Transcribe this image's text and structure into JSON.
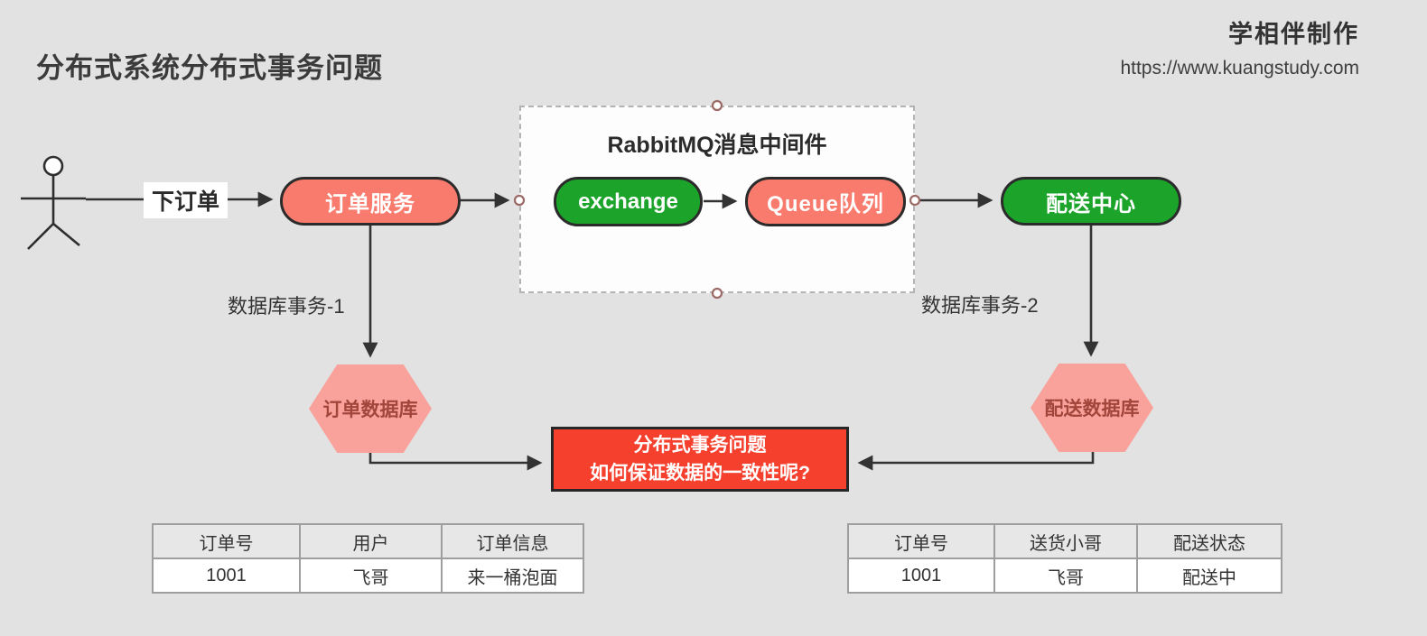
{
  "header": {
    "title": "分布式系统分布式事务问题",
    "brand": "学相伴制作",
    "url": "https://www.kuangstudy.com"
  },
  "diagram": {
    "place_order_label": "下订单",
    "order_service": "订单服务",
    "mq": {
      "title": "RabbitMQ消息中间件",
      "exchange": "exchange",
      "queue": "Queue队列"
    },
    "delivery_center": "配送中心",
    "db_tx1_label": "数据库事务-1",
    "db_tx2_label": "数据库事务-2",
    "order_db": "订单数据库",
    "delivery_db": "配送数据库",
    "problem": {
      "line1": "分布式事务问题",
      "line2": "如何保证数据的一致性呢?"
    }
  },
  "tables": {
    "order": {
      "headers": [
        "订单号",
        "用户",
        "订单信息"
      ],
      "rows": [
        [
          "1001",
          "飞哥",
          "来一桶泡面"
        ]
      ]
    },
    "delivery": {
      "headers": [
        "订单号",
        "送货小哥",
        "配送状态"
      ],
      "rows": [
        [
          "1001",
          "飞哥",
          "配送中"
        ]
      ]
    }
  },
  "colors": {
    "background": "#e2e2e2",
    "salmon": "#f87b6d",
    "green": "#1ba32a",
    "pink": "#f9a19b",
    "red": "#f5402e",
    "hexagon_text": "#a2453b",
    "line": "#333333",
    "connection_point": "#9c6a66"
  }
}
